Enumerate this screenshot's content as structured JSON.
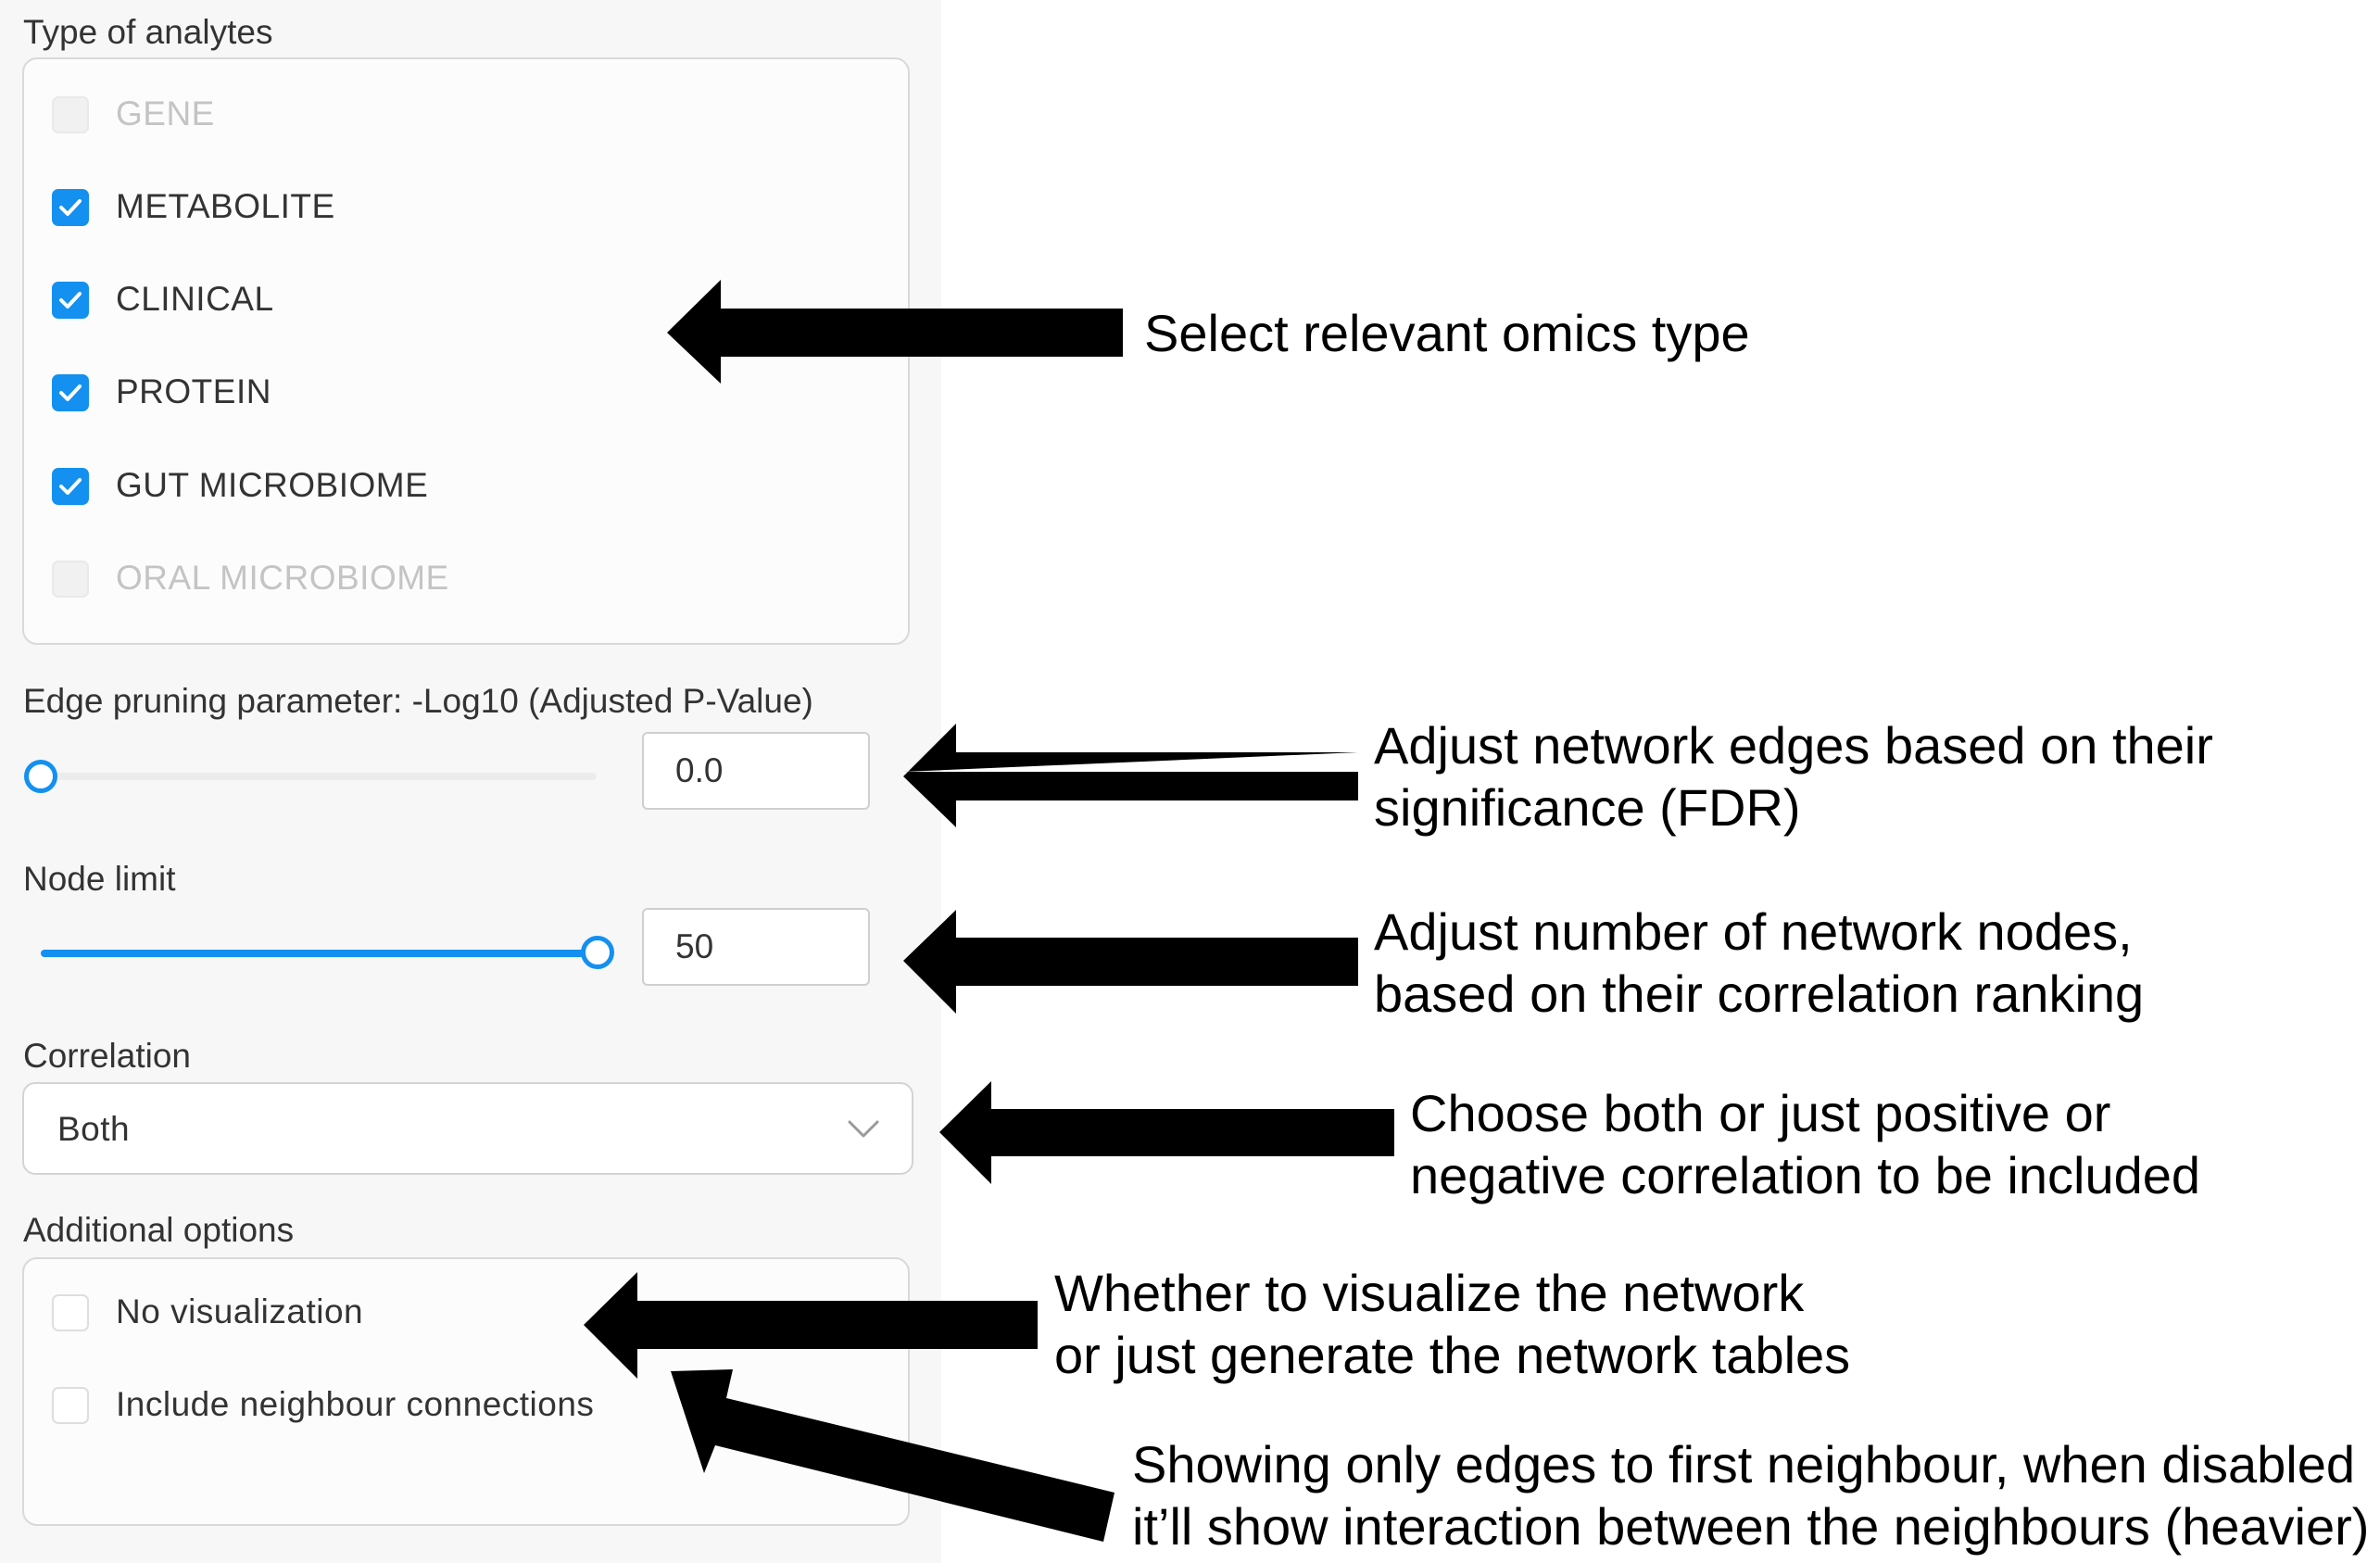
{
  "analytes": {
    "label": "Type of analytes",
    "items": [
      {
        "label": "GENE",
        "checked": false,
        "disabled": true
      },
      {
        "label": "METABOLITE",
        "checked": true,
        "disabled": false
      },
      {
        "label": "CLINICAL",
        "checked": true,
        "disabled": false
      },
      {
        "label": "PROTEIN",
        "checked": true,
        "disabled": false
      },
      {
        "label": "GUT MICROBIOME",
        "checked": true,
        "disabled": false
      },
      {
        "label": "ORAL MICROBIOME",
        "checked": false,
        "disabled": true
      }
    ]
  },
  "edge_pruning": {
    "label": "Edge pruning parameter: -Log10 (Adjusted P-Value)",
    "value": "0.0",
    "slider_fraction": 0.0
  },
  "node_limit": {
    "label": "Node limit",
    "value": "50",
    "slider_fraction": 1.0
  },
  "correlation": {
    "label": "Correlation",
    "selected": "Both"
  },
  "additional": {
    "label": "Additional options",
    "items": [
      {
        "label": "No visualization",
        "checked": false
      },
      {
        "label": "Include neighbour connections",
        "checked": false
      }
    ]
  },
  "annotations": {
    "omics": "Select relevant omics type",
    "edges_line1": "Adjust network edges based on their",
    "edges_line2": "significance (FDR)",
    "nodes_line1": "Adjust number of network nodes,",
    "nodes_line2": "based on their correlation ranking",
    "corr_line1": "Choose both or just positive or",
    "corr_line2": "negative correlation to be included",
    "vis_line1": "Whether to visualize the network",
    "vis_line2": "or just generate the network tables",
    "neigh_line1": "Showing only edges to first neighbour, when disabled",
    "neigh_line2": "it’ll show interaction between the neighbours (heavier)"
  },
  "colors": {
    "accent": "#1390f0",
    "arrow": "#000000",
    "panel": "#f7f7f8"
  }
}
